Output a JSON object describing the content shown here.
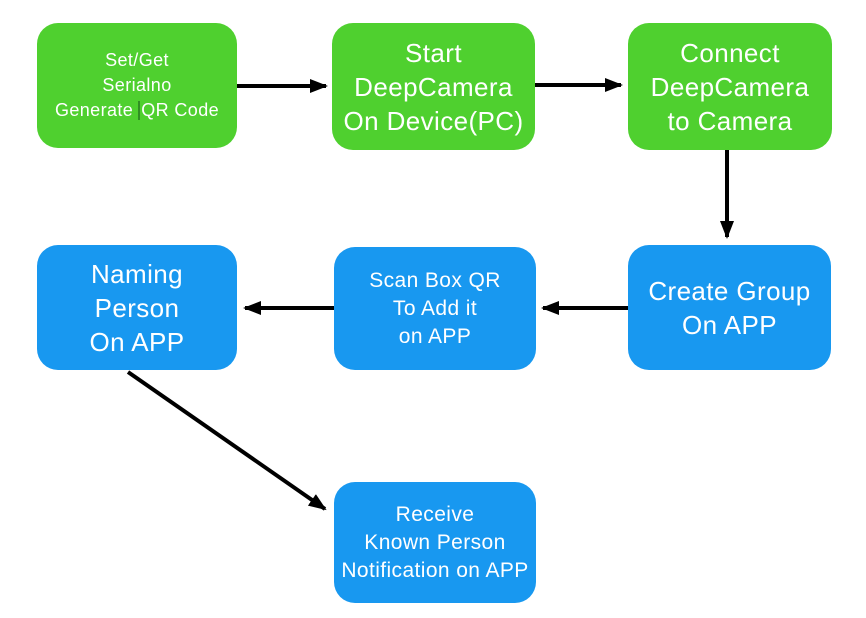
{
  "colors": {
    "background": "#ffffff",
    "green": "#4fd02f",
    "blue": "#1898f0",
    "arrow": "#000000",
    "text": "#ffffff"
  },
  "nodes": [
    {
      "id": "set-get-serialno",
      "color": "green",
      "lines": [
        "Set/Get",
        "Serialno"
      ],
      "line3_before": "Generate",
      "line3_after": "QR Code"
    },
    {
      "id": "start-deepcamera",
      "color": "green",
      "lines": [
        "Start",
        "DeepCamera",
        "On Device(PC)"
      ]
    },
    {
      "id": "connect-deepcamera",
      "color": "green",
      "lines": [
        "Connect",
        "DeepCamera",
        "to Camera"
      ]
    },
    {
      "id": "create-group",
      "color": "blue",
      "lines": [
        "Create Group",
        "On APP"
      ]
    },
    {
      "id": "scan-box-qr",
      "color": "blue",
      "lines": [
        "Scan Box QR",
        "To Add it",
        "on APP"
      ]
    },
    {
      "id": "naming-person",
      "color": "blue",
      "lines": [
        "Naming",
        "Person",
        "On APP"
      ]
    },
    {
      "id": "receive-notification",
      "color": "blue",
      "lines": [
        "Receive",
        "Known Person",
        "Notification on APP"
      ]
    }
  ],
  "edges": [
    {
      "from": "set-get-serialno",
      "to": "start-deepcamera",
      "direction": "right"
    },
    {
      "from": "start-deepcamera",
      "to": "connect-deepcamera",
      "direction": "right"
    },
    {
      "from": "connect-deepcamera",
      "to": "create-group",
      "direction": "down"
    },
    {
      "from": "create-group",
      "to": "scan-box-qr",
      "direction": "left"
    },
    {
      "from": "scan-box-qr",
      "to": "naming-person",
      "direction": "left"
    },
    {
      "from": "naming-person",
      "to": "receive-notification",
      "direction": "diagonal-down-right"
    }
  ]
}
